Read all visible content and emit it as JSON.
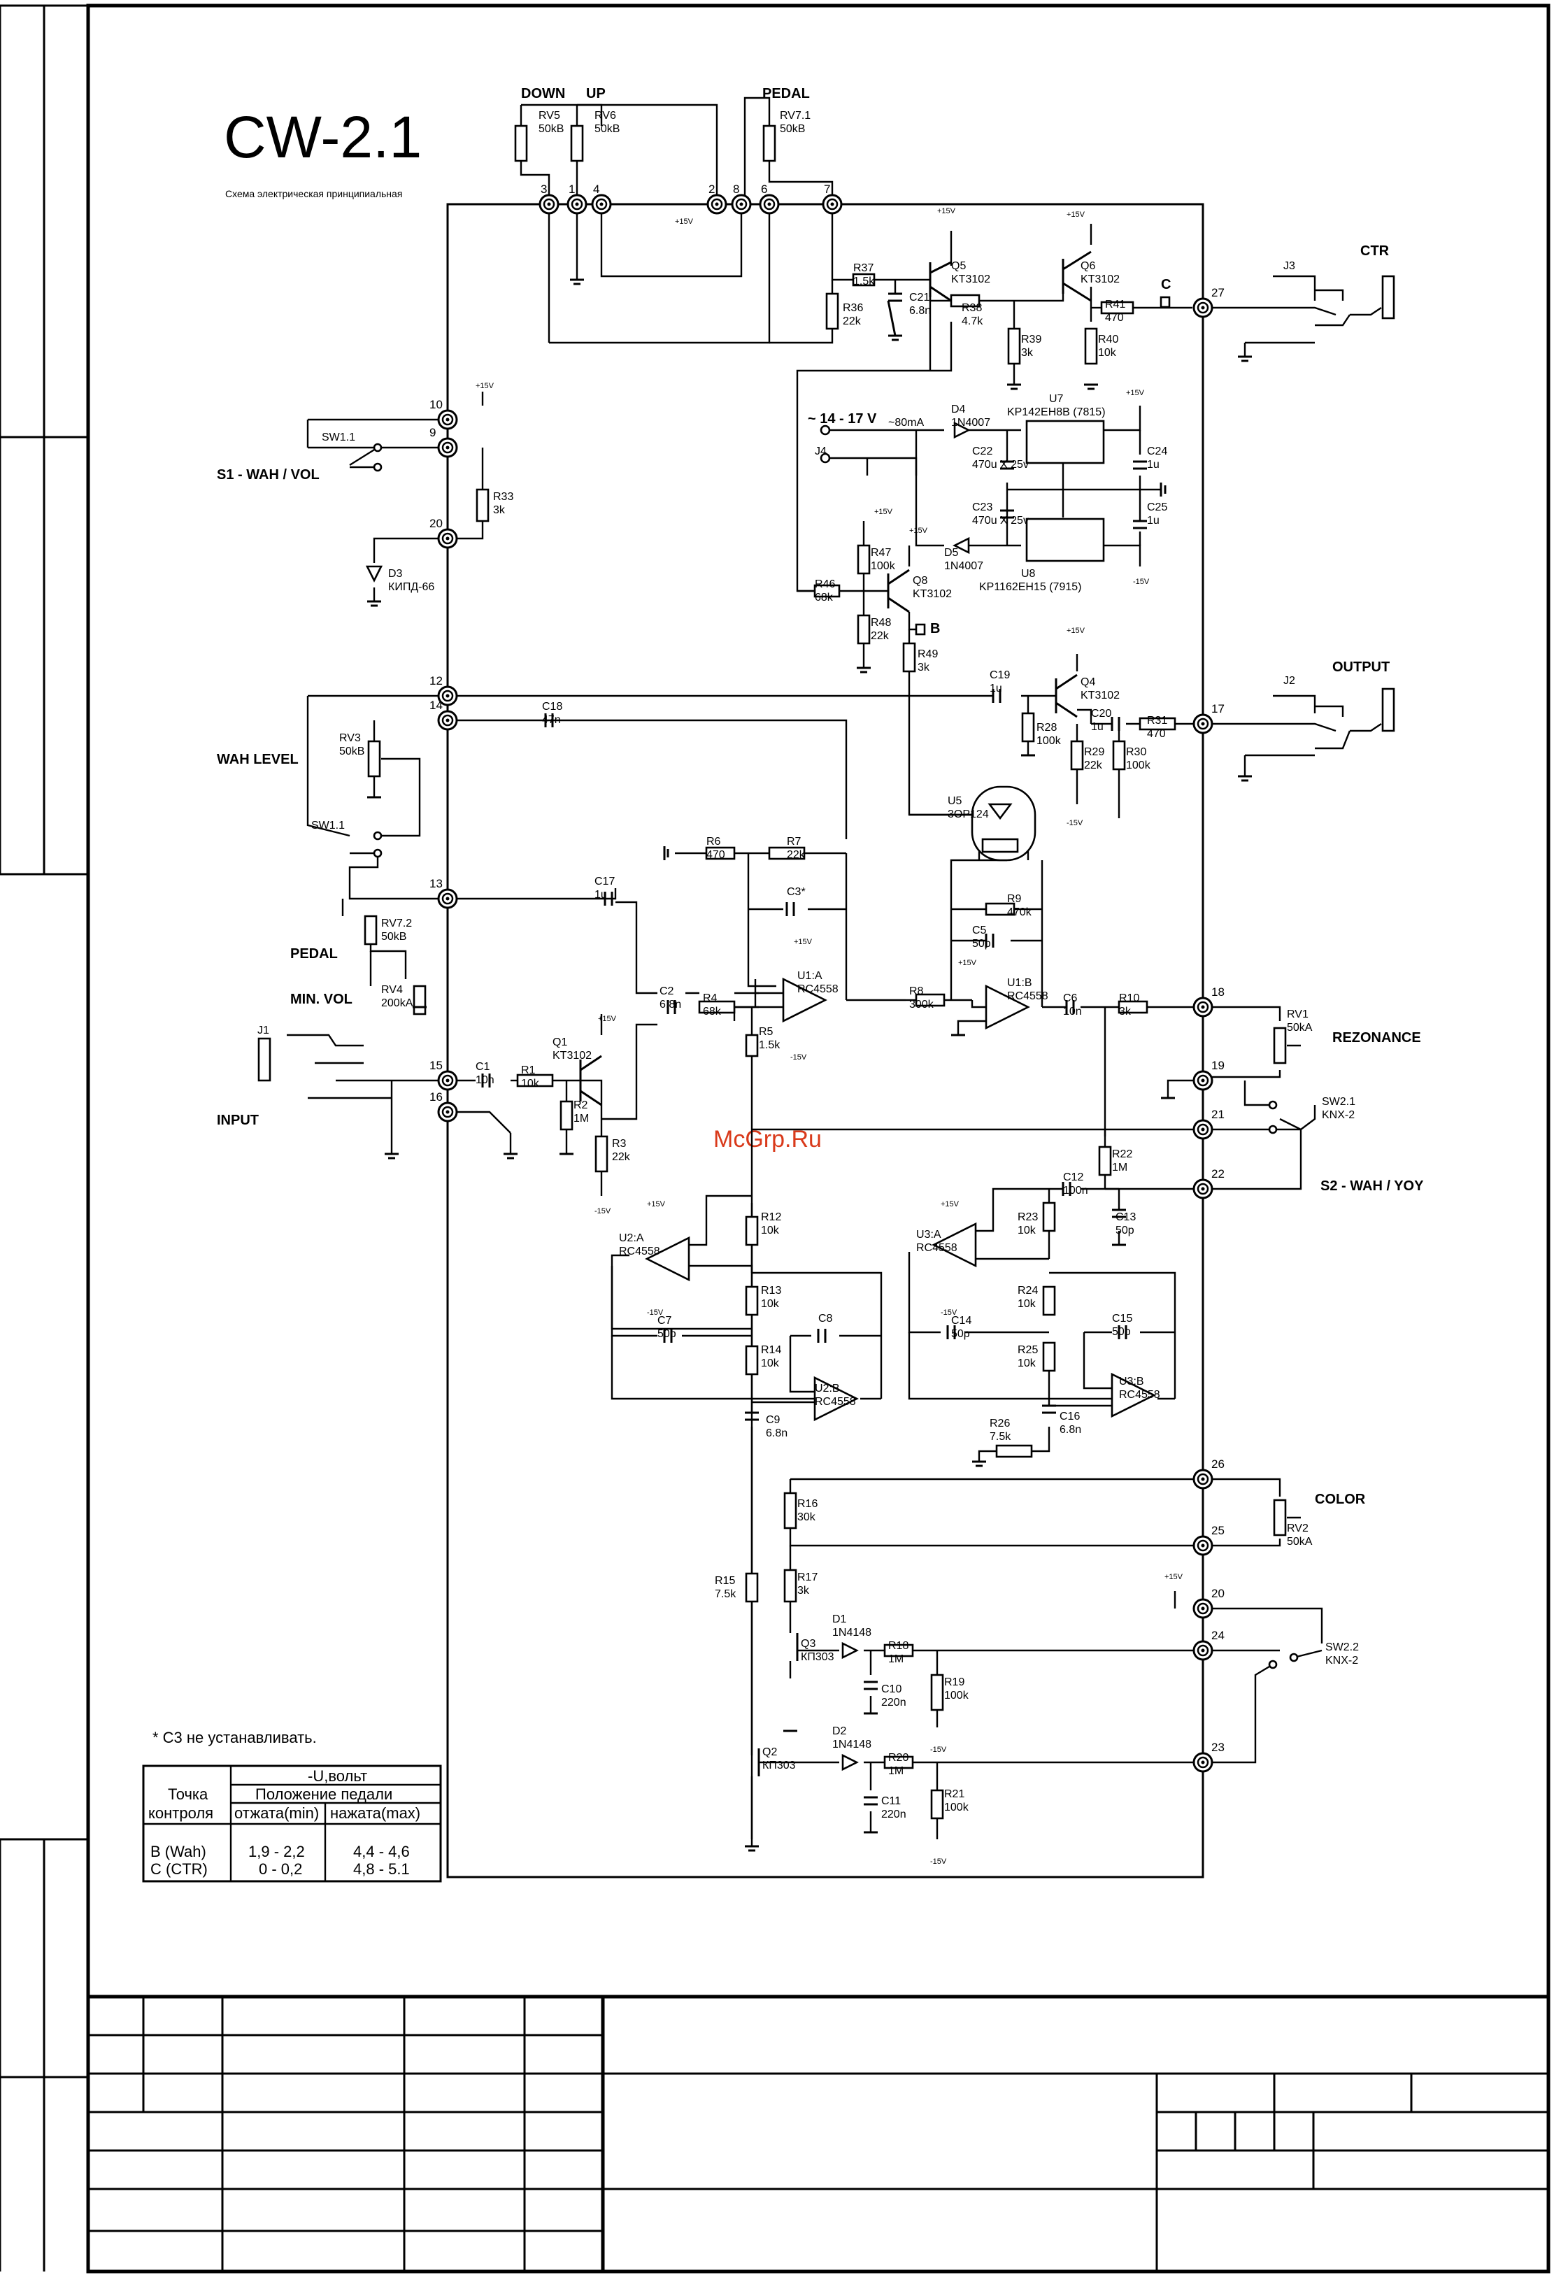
{
  "sheet": {
    "title": "CW-2.1",
    "subtitle": "Схема электрическая принципиальная",
    "watermark": "McGrp.Ru"
  },
  "controls": {
    "down": "DOWN",
    "up": "UP",
    "pedal_top": "PEDAL",
    "ctr": "CTR",
    "s1": "S1 - WAH / VOL",
    "supply": "~ 14 - 17 V",
    "output": "OUTPUT",
    "wah_level": "WAH LEVEL",
    "pedal_mid": "PEDAL",
    "min_vol": "MIN. VOL",
    "input": "INPUT",
    "rezonance": "REZONANCE",
    "s2": "S2 - WAH / YOY",
    "color": "COLOR"
  },
  "connector_pins": {
    "top": [
      "3",
      "1",
      "4",
      "2",
      "8",
      "6",
      "7"
    ],
    "left": [
      "10",
      "9",
      "20",
      "12",
      "14",
      "13",
      "15",
      "16"
    ],
    "right": [
      "27",
      "17",
      "18",
      "19",
      "21",
      "22",
      "26",
      "25",
      "20",
      "24",
      "23"
    ]
  },
  "parts": {
    "RV5": [
      "RV5",
      "50kB"
    ],
    "RV6": [
      "RV6",
      "50kB"
    ],
    "RV71": [
      "RV7.1",
      "50kB"
    ],
    "R37": [
      "R37",
      "1.5k"
    ],
    "R36": [
      "R36",
      "22k"
    ],
    "C21": [
      "C21",
      "6.8n"
    ],
    "Q5": [
      "Q5",
      "KT3102"
    ],
    "R38": [
      "R38",
      "4.7k"
    ],
    "Q6": [
      "Q6",
      "KT3102"
    ],
    "R39": [
      "R39",
      "3k"
    ],
    "R40": [
      "R40",
      "10k"
    ],
    "R41": [
      "R41",
      "470"
    ],
    "J3": [
      "J3"
    ],
    "SW11a": [
      "SW1.1"
    ],
    "R33": [
      "R33",
      "3k"
    ],
    "D3": [
      "D3",
      "КИПД-66"
    ],
    "D4": [
      "D4",
      "1N4007",
      "~80mA"
    ],
    "U7": [
      "U7",
      "KP142EH8B (7815)"
    ],
    "C22": [
      "C22",
      "470u X 25v"
    ],
    "C24": [
      "C24",
      "1u"
    ],
    "J4": [
      "J4"
    ],
    "C23": [
      "C23",
      "470u X 25v"
    ],
    "C25": [
      "C25",
      "1u"
    ],
    "D5": [
      "D5",
      "1N4007"
    ],
    "U8": [
      "U8",
      "KP1162EH15 (7915)"
    ],
    "R47": [
      "R47",
      "100k"
    ],
    "R46": [
      "R46",
      "68k"
    ],
    "Q8": [
      "Q8",
      "KT3102"
    ],
    "R48": [
      "R48",
      "22k"
    ],
    "R49": [
      "R49",
      "3k"
    ],
    "C18": [
      "C18",
      "47n"
    ],
    "C19": [
      "C19",
      "1u"
    ],
    "Q4": [
      "Q4",
      "KT3102"
    ],
    "R28": [
      "R28",
      "100k"
    ],
    "C20": [
      "C20",
      "1u"
    ],
    "R29": [
      "R29",
      "22k"
    ],
    "R31": [
      "R31",
      "470"
    ],
    "R30": [
      "R30",
      "100k"
    ],
    "J2": [
      "J2"
    ],
    "RV3": [
      "RV3",
      "50kB"
    ],
    "SW11b": [
      "SW1.1"
    ],
    "U5": [
      "U5",
      "3OP124"
    ],
    "R6": [
      "R6",
      "470"
    ],
    "R7": [
      "R7",
      "22k"
    ],
    "C3": [
      "C3*"
    ],
    "R9": [
      "R9",
      "470k"
    ],
    "C5": [
      "C5",
      "50p"
    ],
    "C17": [
      "C17",
      "1u"
    ],
    "RV72": [
      "RV7.2",
      "50kB"
    ],
    "RV4": [
      "RV4",
      "200kA"
    ],
    "U1A": [
      "U1:A",
      "RC4558"
    ],
    "R8": [
      "R8",
      "300k"
    ],
    "U1B": [
      "U1:B",
      "RC4558"
    ],
    "C6": [
      "C6",
      "10n"
    ],
    "R10": [
      "R10",
      "3k"
    ],
    "RV1": [
      "RV1",
      "50kA"
    ],
    "C2": [
      "C2",
      "6.8n"
    ],
    "R4": [
      "R4",
      "68k"
    ],
    "R5": [
      "R5",
      "1.5k"
    ],
    "Q1": [
      "Q1",
      "KT3102"
    ],
    "J1": [
      "J1"
    ],
    "C1": [
      "C1",
      "10n"
    ],
    "R1": [
      "R1",
      "10k"
    ],
    "R2": [
      "R2",
      "1M"
    ],
    "R3": [
      "R3",
      "22k"
    ],
    "SW21": [
      "SW2.1",
      "KNX-2"
    ],
    "R22": [
      "R22",
      "1M"
    ],
    "C12": [
      "C12",
      "100n"
    ],
    "C13": [
      "C13",
      "50p"
    ],
    "R12": [
      "R12",
      "10k"
    ],
    "U2A": [
      "U2:A",
      "RC4558"
    ],
    "R13": [
      "R13",
      "10k"
    ],
    "C7": [
      "C7",
      "50p"
    ],
    "C8": [
      "C8"
    ],
    "R14": [
      "R14",
      "10k"
    ],
    "U2B": [
      "U2:B",
      "RC4558"
    ],
    "C9": [
      "C9",
      "6.8n"
    ],
    "R23": [
      "R23",
      "10k"
    ],
    "U3A": [
      "U3:A",
      "RC4558"
    ],
    "R24": [
      "R24",
      "10k"
    ],
    "C14": [
      "C14",
      "50p"
    ],
    "C15": [
      "C15",
      "50p"
    ],
    "R25": [
      "R25",
      "10k"
    ],
    "U3B": [
      "U3:B",
      "RC4558"
    ],
    "C16": [
      "C16",
      "6.8n"
    ],
    "R26": [
      "R26",
      "7.5k"
    ],
    "R16": [
      "R16",
      "30k"
    ],
    "RV2": [
      "RV2",
      "50kA"
    ],
    "R15": [
      "R15",
      "7.5k"
    ],
    "R17": [
      "R17",
      "3k"
    ],
    "D1": [
      "D1",
      "1N4148"
    ],
    "Q3": [
      "Q3",
      "КП303"
    ],
    "R18": [
      "R18",
      "1M"
    ],
    "R19": [
      "R19",
      "100k"
    ],
    "C10": [
      "C10",
      "220n"
    ],
    "SW22": [
      "SW2.2",
      "KNX-2"
    ],
    "D2": [
      "D2",
      "1N4148"
    ],
    "Q2": [
      "Q2",
      "КП303"
    ],
    "R20": [
      "R20",
      "1M"
    ],
    "R21": [
      "R21",
      "100k"
    ],
    "C11": [
      "C11",
      "220n"
    ]
  },
  "test_points": {
    "b": "B",
    "c": "C"
  },
  "rails": {
    "plus": "+15V",
    "minus": "-15V"
  },
  "note": "*   С3 не устанавливать.",
  "voltage_table": {
    "title": "-U,вольт",
    "col_header": "Положение педали",
    "row_header": [
      "Точка",
      "контроля"
    ],
    "col_min": "отжата(min)",
    "col_max": "нажата(max)",
    "rows": [
      {
        "point": "B (Wah)",
        "min": "1,9 - 2,2",
        "max": "4,4 - 4,6"
      },
      {
        "point": "C (CTR)",
        "min": "0 - 0,2",
        "max": "4,8 - 5.1"
      }
    ]
  }
}
